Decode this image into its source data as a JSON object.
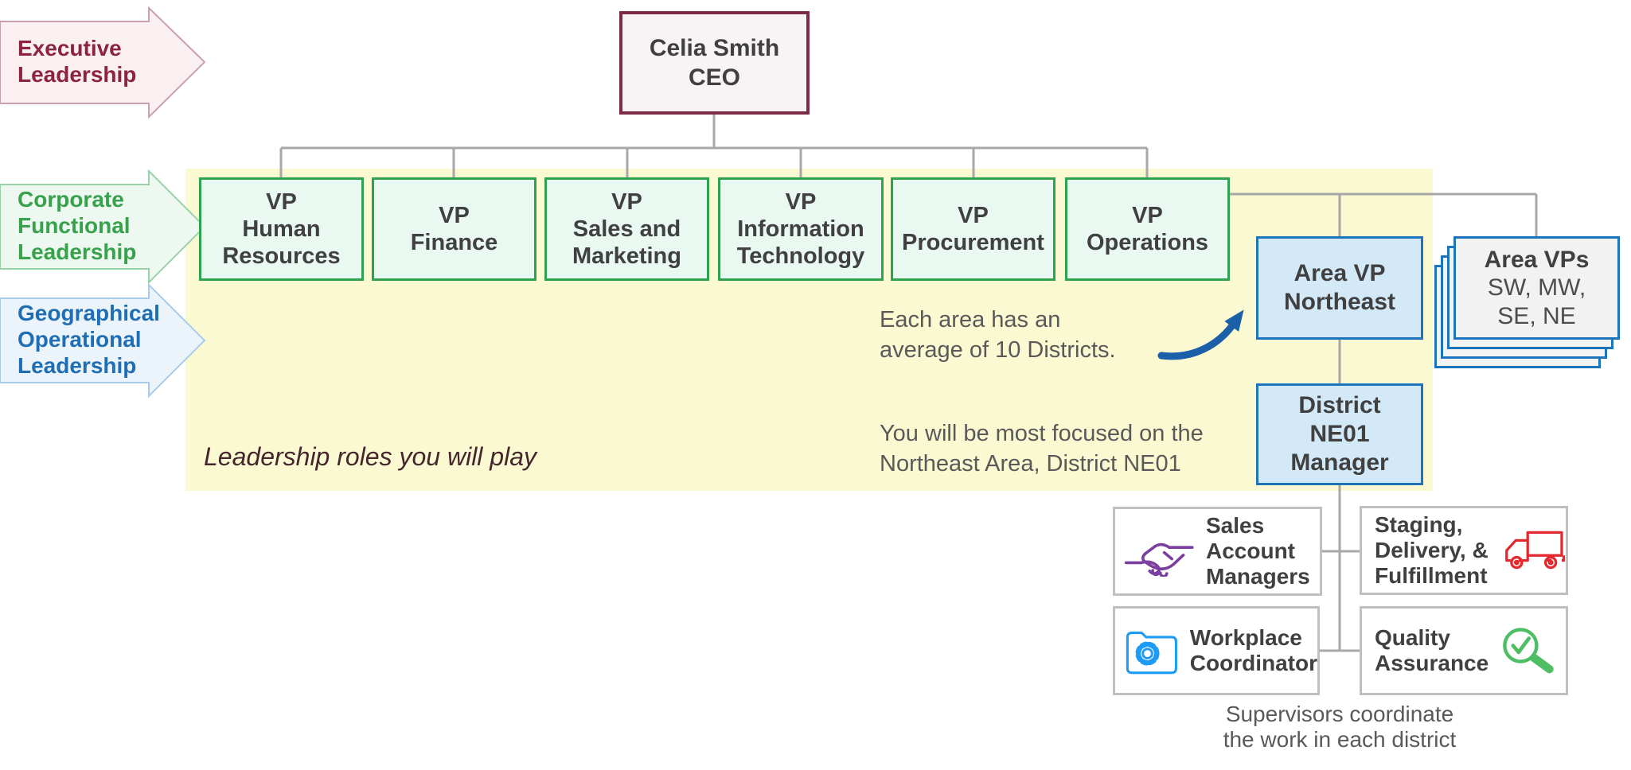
{
  "title": "Organization chart — leadership roles",
  "ceo": {
    "label": "Celia Smith\nCEO"
  },
  "left_arrows": [
    {
      "id": "executive",
      "label": "Executive\nLeadership",
      "text_color": "#8C2342",
      "fill": "#FAF0F2"
    },
    {
      "id": "corporate-functional",
      "label": "Corporate\nFunctional\nLeadership",
      "text_color": "#37A24B",
      "fill": "#EDF8F0"
    },
    {
      "id": "geographical-operational",
      "label": "Geographical\nOperational\nLeadership",
      "text_color": "#1F6EB4",
      "fill": "#EBF4FB"
    }
  ],
  "vp_row": {
    "boxes": [
      {
        "label": "VP\nHuman\nResources"
      },
      {
        "label": "VP\nFinance"
      },
      {
        "label": "VP\nSales and\nMarketing"
      },
      {
        "label": "VP\nInformation\nTechnology"
      },
      {
        "label": "VP\nProcurement"
      },
      {
        "label": "VP\nOperations"
      }
    ]
  },
  "geo_branch": {
    "area_vp_label": "Area VP\nNortheast",
    "area_stack": {
      "title": "Area VPs",
      "regions": "SW, MW,\nSE, NE"
    },
    "district_label": "District\nNE01\nManager"
  },
  "supervisors": {
    "boxes": [
      {
        "label": "Sales\nAccount\nManagers",
        "icon": "handshake-icon"
      },
      {
        "label": "Staging,\nDelivery, &\nFulfillment",
        "icon": "delivery-truck-icon"
      },
      {
        "label": "Workplace\nCoordinator",
        "icon": "folder-gear-icon"
      },
      {
        "label": "Quality\nAssurance",
        "icon": "magnifier-check-icon"
      }
    ],
    "caption": "Supervisors coordinate\nthe work in each district"
  },
  "annotations": {
    "districts_note": "Each area has an\naverage of 10 Districts.",
    "focus_note": "You will be most focused on the\nNortheast Area, District NE01",
    "yellow_caption": "Leadership roles you will play"
  },
  "colors": {
    "executive_text": "#8C2342",
    "corporate_text": "#37A24B",
    "geographical_text": "#1F6EB4",
    "ceo_border": "#7E2B45",
    "vp_border": "#2EA24D",
    "vp_fill": "#E9F8F0",
    "blue_border": "#1C74BC",
    "blue_fill": "#D4E9F8",
    "yellow_bg": "#FBF9D2",
    "connector_gray": "#A8A8A8",
    "annotation_text": "#595959",
    "curved_arrow_blue": "#1B5FA8",
    "handshake_purple": "#7B3FA0",
    "truck_red": "#E3292E",
    "folder_blue": "#1E9BF5",
    "magnifier_green": "#4DBE63"
  }
}
